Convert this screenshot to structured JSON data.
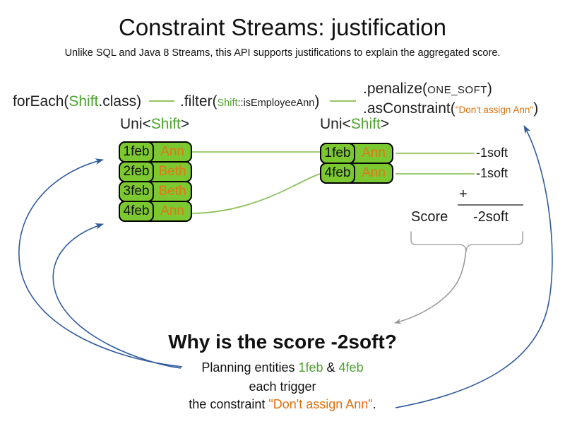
{
  "title": "Constraint Streams: justification",
  "subtitle": "Unlike SQL and Java 8 Streams, this API supports justifications to explain the aggregated score.",
  "code": {
    "foreach_prefix": "forEach(",
    "foreach_type": "Shift",
    "foreach_suffix": ".class)",
    "filter_prefix": ".filter(",
    "filter_type": "Shift",
    "filter_method": "::isEmployeeAnn",
    "filter_suffix": ")",
    "penalize_prefix": ".penalize(",
    "penalize_arg": "ONE_SOFT",
    "penalize_suffix": ")",
    "asconstraint_prefix": ".asConstraint(",
    "asconstraint_arg": "\"Don't assign Ann\"",
    "asconstraint_suffix": ")"
  },
  "uni_left": {
    "prefix": "Uni<",
    "type": "Shift",
    "suffix": ">"
  },
  "uni_right": {
    "prefix": "Uni<",
    "type": "Shift",
    "suffix": ">"
  },
  "left_table": {
    "rows": [
      {
        "date": "1feb",
        "employee": "Ann"
      },
      {
        "date": "2feb",
        "employee": "Beth"
      },
      {
        "date": "3feb",
        "employee": "Beth"
      },
      {
        "date": "4feb",
        "employee": "Ann"
      }
    ]
  },
  "right_table": {
    "rows": [
      {
        "date": "1feb",
        "employee": "Ann"
      },
      {
        "date": "4feb",
        "employee": "Ann"
      }
    ]
  },
  "score_panel": {
    "penalty1": "-1soft",
    "penalty2": "-1soft",
    "plus": "+",
    "score_label": "Score",
    "total": "-2soft"
  },
  "explanation": {
    "heading": "Why is the score -2soft?",
    "line1_prefix": "Planning entities ",
    "entity1": "1feb",
    "line1_mid": " & ",
    "entity2": "4feb",
    "line2": "each trigger",
    "line3_prefix": "the constraint ",
    "constraint": "\"Don't assign Ann\"",
    "line3_suffix": "."
  },
  "colors": {
    "box_green": "#7cc831",
    "text_green": "#4ca32c",
    "orange": "#e07818",
    "arrow_blue": "#2f5b9d",
    "line_green": "#a5cc78",
    "gray": "#999999"
  }
}
